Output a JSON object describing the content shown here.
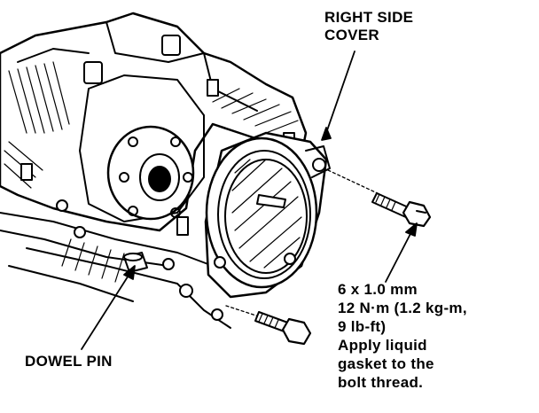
{
  "labels": {
    "right_side_cover": [
      "RIGHT SIDE",
      "COVER"
    ],
    "dowel_pin": "DOWEL PIN",
    "bolt_spec": [
      "6 x 1.0 mm",
      "12 N·m (1.2 kg-m,",
      "9 lb-ft)",
      "Apply liquid",
      "gasket to the",
      "bolt thread."
    ]
  },
  "colors": {
    "ink": "#000000",
    "paper": "#ffffff"
  }
}
